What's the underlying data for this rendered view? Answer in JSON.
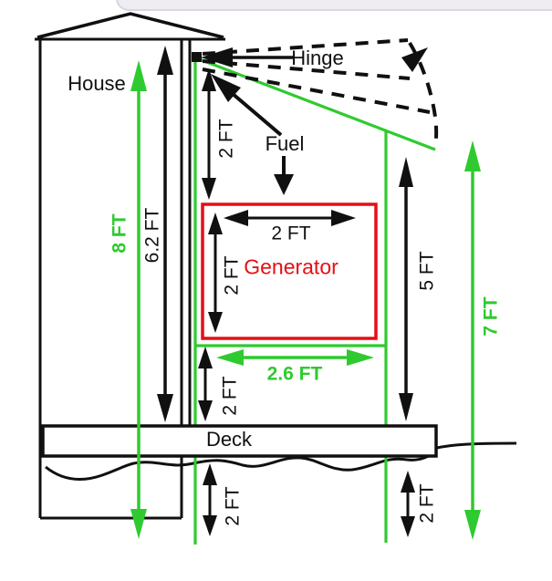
{
  "figure": {
    "title_hint": "Generator enclosure next to house - dimensioned sketch",
    "labels": {
      "house": "House",
      "hinge": "Hinge",
      "fuel": "Fuel",
      "generator": "Generator",
      "deck": "Deck"
    },
    "dims": {
      "house_total_green": "8 FT",
      "house_to_deck_black": "6.2 FT",
      "lid_to_generator": "2 FT",
      "generator_width": "2 FT",
      "generator_height": "2 FT",
      "generator_to_floor_deck": "2 FT",
      "floor_width": "2.6 FT",
      "wall_height": "5 FT",
      "overall_right_green": "7 FT",
      "below_deck_left": "2 FT",
      "below_deck_right": "2 FT"
    },
    "colors": {
      "green_accent": "#2fca2f",
      "red_accent": "#e50f14",
      "line_black": "#101010",
      "chrome_gray": "#efedf2"
    }
  }
}
